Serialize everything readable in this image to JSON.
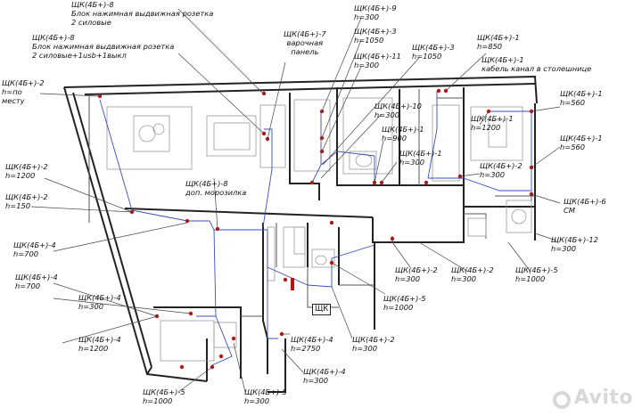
{
  "socket_labels": [
    {
      "id": "l1",
      "lines": [
        "ЩК(4Б+)-8",
        "Блок нажимная выдвижная розетка",
        "2 силовые"
      ]
    },
    {
      "id": "l2",
      "lines": [
        "ЩК(4Б+)-8",
        "Блок нажимная выдвижная розетка",
        "2 силовые+1usb+1выкл"
      ]
    },
    {
      "id": "l3",
      "lines": [
        "ЩК(4Б+)-7",
        "варочная",
        "панель"
      ]
    },
    {
      "id": "l4",
      "lines": [
        "ЩК(4Б+)-9",
        "h=300"
      ]
    },
    {
      "id": "l5",
      "lines": [
        "ЩК(4Б+)-3",
        "h=1050"
      ]
    },
    {
      "id": "l6",
      "lines": [
        "ЩК(4Б+)-11",
        "h=300"
      ]
    },
    {
      "id": "l7",
      "lines": [
        "ЩК(4Б+)-3",
        "h=1050"
      ]
    },
    {
      "id": "l8",
      "lines": [
        "ЩК(4Б+)-1",
        "h=850"
      ]
    },
    {
      "id": "l9",
      "lines": [
        "ЩК(4Б+)-1",
        "кабель канал в столешнице"
      ]
    },
    {
      "id": "l10",
      "lines": [
        "ЩК(4Б+)-2",
        "h=по",
        "месту"
      ]
    },
    {
      "id": "l11",
      "lines": [
        "ЩК(4Б+)-10",
        "h=300"
      ]
    },
    {
      "id": "l12",
      "lines": [
        "ЩК(4Б+)-1",
        "h=900"
      ]
    },
    {
      "id": "l13",
      "lines": [
        "ЩК(4Б+)-1",
        "h=300"
      ]
    },
    {
      "id": "l14",
      "lines": [
        "ЩК(4Б+)-1",
        "h=1200"
      ]
    },
    {
      "id": "l15",
      "lines": [
        "ЩК(4Б+)-1",
        "h=560"
      ]
    },
    {
      "id": "l16",
      "lines": [
        "ЩК(4Б+)-1",
        "h=560"
      ]
    },
    {
      "id": "l17",
      "lines": [
        "ЩК(4Б+)-2",
        "h=1200"
      ]
    },
    {
      "id": "l18",
      "lines": [
        "ЩК(4Б+)-8",
        "доп. морозилка"
      ]
    },
    {
      "id": "l19",
      "lines": [
        "ЩК(4Б+)-2",
        "h=300"
      ]
    },
    {
      "id": "l20",
      "lines": [
        "ЩК(4Б+)-6",
        "СМ"
      ]
    },
    {
      "id": "l21",
      "lines": [
        "ЩК(4Б+)-2",
        "h=150"
      ]
    },
    {
      "id": "l22",
      "lines": [
        "ЩК(4Б+)-12",
        "h=300"
      ]
    },
    {
      "id": "l23",
      "lines": [
        "ЩК(4Б+)-4",
        "h=700"
      ]
    },
    {
      "id": "l24",
      "lines": [
        "ЩК(4Б+)-2",
        "h=300"
      ]
    },
    {
      "id": "l25",
      "lines": [
        "ЩК(4Б+)-2",
        "h=300"
      ]
    },
    {
      "id": "l26",
      "lines": [
        "ЩК(4Б+)-5",
        "h=1000"
      ]
    },
    {
      "id": "l27",
      "lines": [
        "ЩК(4Б+)-4",
        "h=700"
      ]
    },
    {
      "id": "l28",
      "lines": [
        "ЩК(4Б+)-5",
        "h=1000"
      ]
    },
    {
      "id": "l29",
      "lines": [
        "ЩК(4Б+)-4",
        "h=300"
      ]
    },
    {
      "id": "l30",
      "lines": [
        "ЩК(4Б+)-4",
        "h=1200"
      ]
    },
    {
      "id": "l31",
      "lines": [
        "ЩК(4Б+)-4",
        "h=2750"
      ]
    },
    {
      "id": "l32",
      "lines": [
        "ЩК(4Б+)-2",
        "h=300"
      ]
    },
    {
      "id": "l33",
      "lines": [
        "ЩК(4Б+)-4",
        "h=300"
      ]
    },
    {
      "id": "l34",
      "lines": [
        "ЩК(4Б+)-5",
        "h=1000"
      ]
    },
    {
      "id": "l35",
      "lines": [
        "ЩК(4Б+)-5",
        "h=300"
      ]
    }
  ],
  "panel_label": "ЩК",
  "watermark": "Avito",
  "colors": {
    "wall": "#222222",
    "cable": "#3b4cc0",
    "socket": "#b01818",
    "leader": "#444444",
    "furniture": "#9a9a9a"
  }
}
